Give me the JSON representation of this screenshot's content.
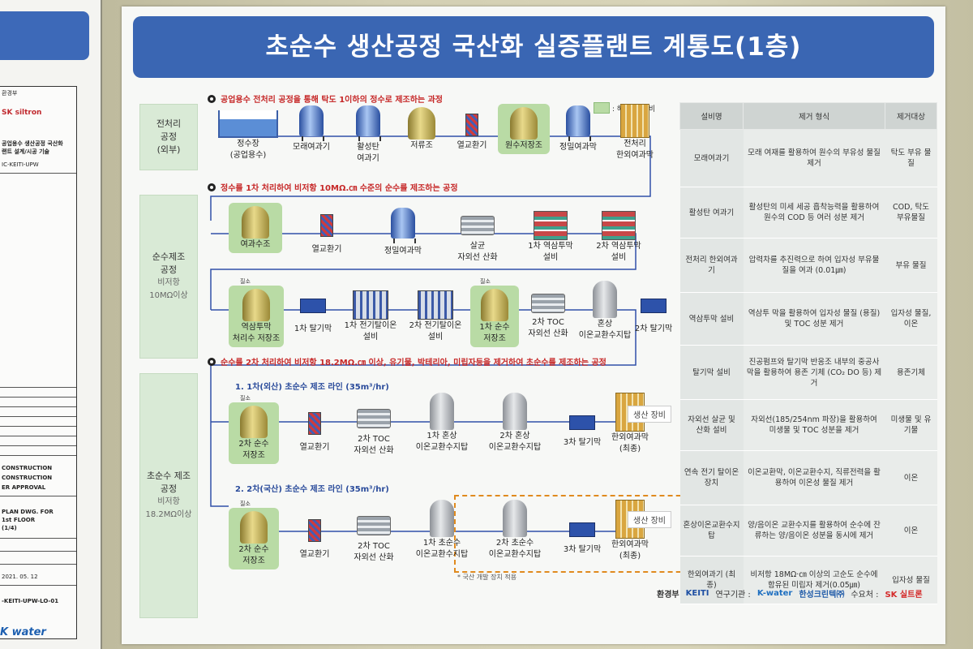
{
  "title": "초순수 생산공정 국산화 실증플랜트 계통도(1층)",
  "legend": ": 해당 층 설비",
  "sections": {
    "pre": {
      "label_l1": "전처리",
      "label_l2": "공정",
      "label_l3": "(외부)",
      "heading": "공업용수 전처리 공정을 통해 탁도 1이하의 정수로 제조하는 과정"
    },
    "pure": {
      "label_l1": "순수제조",
      "label_l2": "공정",
      "label_sub1": "비저항",
      "label_sub2": "10MΩ이상",
      "heading": "정수를 1차 처리하여 비저항 10MΩ.㎝ 수준의 순수를 제조하는 공정"
    },
    "ultra": {
      "label_l1": "초순수 제조",
      "label_l2": "공정",
      "label_l3": "비저항",
      "label_sub2": "18.2MΩ이상",
      "heading": "순수를 2차 처리하여 비저항 18.2MΩ.㎝ 이상, 유기물, 박테리아, 미립자등을 제거하여 초순수를 제조하는 공정"
    }
  },
  "row1": [
    {
      "l1": "정수장",
      "l2": "(공업용수)"
    },
    {
      "l1": "모래여과기",
      "l2": ""
    },
    {
      "l1": "활성탄",
      "l2": "여과기"
    },
    {
      "l1": "저류조",
      "l2": ""
    },
    {
      "l1": "열교환기",
      "l2": ""
    },
    {
      "l1": "원수저장조",
      "l2": ""
    },
    {
      "l1": "정밀여과막",
      "l2": ""
    },
    {
      "l1": "전처리",
      "l2": "한외여과막"
    }
  ],
  "row2": [
    {
      "l1": "여과수조",
      "l2": ""
    },
    {
      "l1": "열교환기",
      "l2": ""
    },
    {
      "l1": "정밀여과막",
      "l2": ""
    },
    {
      "l1": "살균",
      "l2": "자외선 산화"
    },
    {
      "l1": "1차 역삼투막",
      "l2": "설비"
    },
    {
      "l1": "2차 역삼투막",
      "l2": "설비"
    }
  ],
  "row3": [
    {
      "l1": "역삼투막",
      "l2": "처리수 저장조"
    },
    {
      "l1": "1차 탈기막",
      "l2": ""
    },
    {
      "l1": "1차 전기탈이온",
      "l2": "설비"
    },
    {
      "l1": "2차 전기탈이온",
      "l2": "설비"
    },
    {
      "l1": "1차 순수",
      "l2": "저장조"
    },
    {
      "l1": "2차 TOC",
      "l2": "자외선 산화"
    },
    {
      "l1": "혼상",
      "l2": "이온교환수지탑"
    },
    {
      "l1": "2차 탈기막",
      "l2": ""
    }
  ],
  "nitrogen": "질소",
  "line1_head": "1. 1차(외산) 초순수 제조 라인 (35m³/hr)",
  "line2_head": "2. 2차(국산) 초순수 제조 라인 (35m³/hr)",
  "row4": [
    {
      "l1": "2차 순수",
      "l2": "저장조"
    },
    {
      "l1": "열교환기",
      "l2": ""
    },
    {
      "l1": "2차 TOC",
      "l2": "자외선 산화"
    },
    {
      "l1": "1차 혼상",
      "l2": "이온교환수지탑"
    },
    {
      "l1": "2차 혼상",
      "l2": "이온교환수지탑"
    },
    {
      "l1": "3차 탈기막",
      "l2": ""
    },
    {
      "l1": "한외여과막",
      "l2": "(최종)"
    }
  ],
  "row5": [
    {
      "l1": "2차 순수",
      "l2": "저장조"
    },
    {
      "l1": "열교환기",
      "l2": ""
    },
    {
      "l1": "2차 TOC",
      "l2": "자외선 산화"
    },
    {
      "l1": "1차 초순수",
      "l2": "이온교환수지탑"
    },
    {
      "l1": "2차 초순수",
      "l2": "이온교환수지탑"
    },
    {
      "l1": "3차 탈기막",
      "l2": ""
    },
    {
      "l1": "한외여과막",
      "l2": "(최종)"
    }
  ],
  "dest": "생산 장비",
  "domestic_note": "* 국산 개발 장치 적용",
  "table": {
    "headers": [
      "설비명",
      "제거 형식",
      "제거대상"
    ],
    "rows": [
      {
        "name": "모래여과기",
        "desc": "모래 여재를 활용하여 원수의 부유성 물질 제거",
        "target": "탁도 부유 물질"
      },
      {
        "name": "활성탄 여과기",
        "desc": "활성탄의 미세 세공 흡착능력을 활용하여 원수의 COD 등 여러 성분 제거",
        "target": "COD, 탁도 부유물질"
      },
      {
        "name": "전처리 한외여과기",
        "desc": "압력차를 추진력으로 하여 입자성 부유물질을 여과 (0.01㎛)",
        "target": "부유 물질"
      },
      {
        "name": "역삼투막 설비",
        "desc": "역삼투 막을 활용하여 입자성 물질 (용질) 및 TOC 성분 제거",
        "target": "입자성 물질, 이온"
      },
      {
        "name": "탈기막 설비",
        "desc": "진공펌프와 탈기막 반응조 내부의 중공사막을 활용하여 용존 기체 (CO₂ DO 등) 제거",
        "target": "용존기체"
      },
      {
        "name": "자외선 살균 및 산화 설비",
        "desc": "자외선(185/254nm 파장)을 활용하여 미생물 및 TOC 성분을 제거",
        "target": "미생물 및 유기물"
      },
      {
        "name": "연속 전기 탈이온 장치",
        "desc": "이온교환막, 이온교환수지, 직류전력을 활용하여 이온성 물질 제거",
        "target": "이온"
      },
      {
        "name": "혼상이온교환수지 탑",
        "desc": "양/음이온 교환수지를 활용하여 순수에 잔류하는 양/음이온 성분을 동시에 제거",
        "target": "이온"
      },
      {
        "name": "한외여과기 (최종)",
        "desc": "비저항 18MΩ·㎝ 이상의 고순도 순수에 함유된 미립자 제거(0.05㎛)",
        "target": "입자성 물질"
      }
    ]
  },
  "footer": {
    "ministry": "환경부",
    "keiti": "KEITI",
    "research_label": "연구기관 :",
    "kwater": "K-water",
    "hansung": "한성크린텍㈜",
    "demand_label": "수요처 :",
    "sk": "SK 실트론"
  },
  "left_poster": {
    "ministry": "환경부",
    "sk": "SK siltron",
    "line1": "공업용수 생산공정 국산화",
    "line2": "랜트 설계/시공 기술",
    "code1": "IC-KEITI-UPW",
    "s1": "CONSTRUCTION",
    "s2": "CONSTRUCTION",
    "s3": "ER APPROVAL",
    "plan1": "PLAN DWG. FOR",
    "plan2": "1st FLOOR",
    "plan3": "(1/4)",
    "date": "2021. 05. 12",
    "code2": "-KEITI-UPW-LO-01",
    "kwater": "K water"
  }
}
